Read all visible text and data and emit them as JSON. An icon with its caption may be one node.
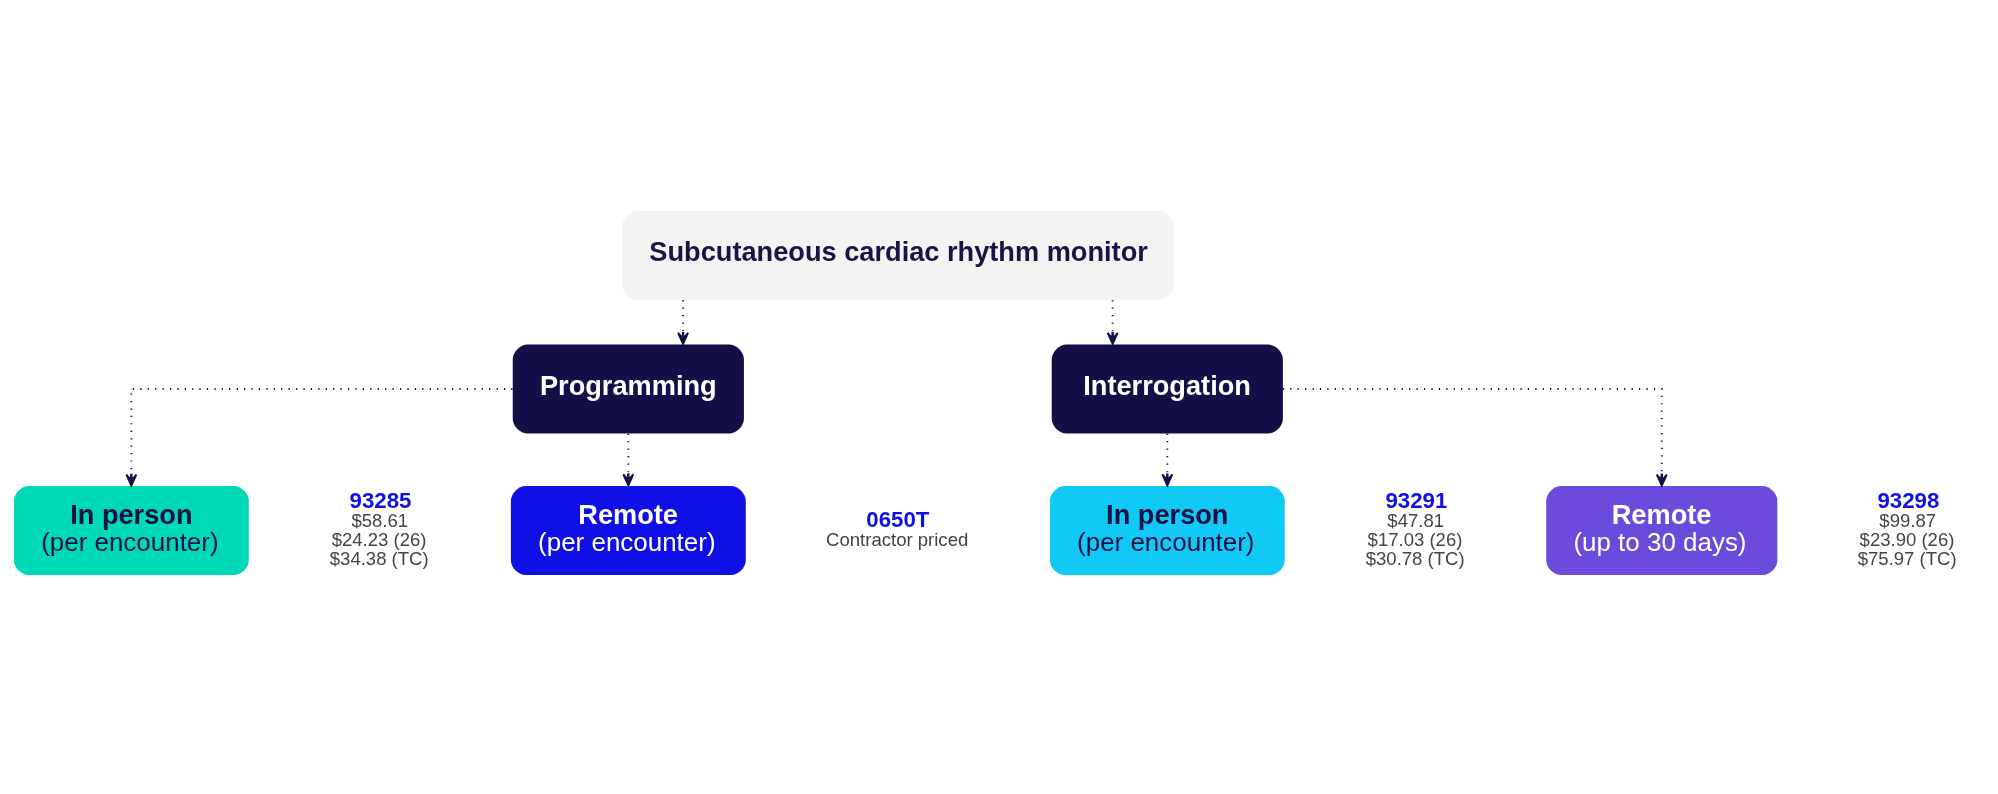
{
  "diagram": {
    "nodes": [
      {
        "text": [
          "Subcutaneous cardiac rhythm monitor"
        ]
      },
      {
        "text": [
          "Programming"
        ]
      },
      {
        "text": [
          "Interrogation"
        ]
      },
      {
        "text": [
          "In person",
          "(per encounter)"
        ],
        "beside": [
          "93285",
          "$58.61",
          "$24.23 (26)",
          "$34.38 (TC)"
        ]
      },
      {
        "text": [
          "Remote",
          "(per encounter)"
        ],
        "beside": [
          "0650T",
          "Contractor priced"
        ]
      },
      {
        "text": [
          "In person",
          "(per encounter)"
        ],
        "beside": [
          "93291",
          "$47.81",
          "$17.03 (26)",
          "$30.78 (TC)"
        ]
      },
      {
        "text": [
          "Remote",
          "(up to 30 days)"
        ],
        "beside": [
          "93298",
          "$99.87",
          "$23.90 (26)",
          "$75.97 (TC)"
        ]
      }
    ],
    "edges": [
      {
        "from": 0,
        "to": 1,
        "arrow": "to",
        "style": "dashed"
      },
      {
        "from": 0,
        "to": 2,
        "arrow": "to",
        "style": "dashed"
      },
      {
        "from": 1,
        "to": 3,
        "arrow": "to",
        "style": "dashed"
      },
      {
        "from": 1,
        "to": 4,
        "arrow": "to",
        "style": "dashed"
      },
      {
        "from": 2,
        "to": 5,
        "arrow": "to",
        "style": "dashed"
      },
      {
        "from": 2,
        "to": 6,
        "arrow": "to",
        "style": "dashed"
      }
    ]
  }
}
